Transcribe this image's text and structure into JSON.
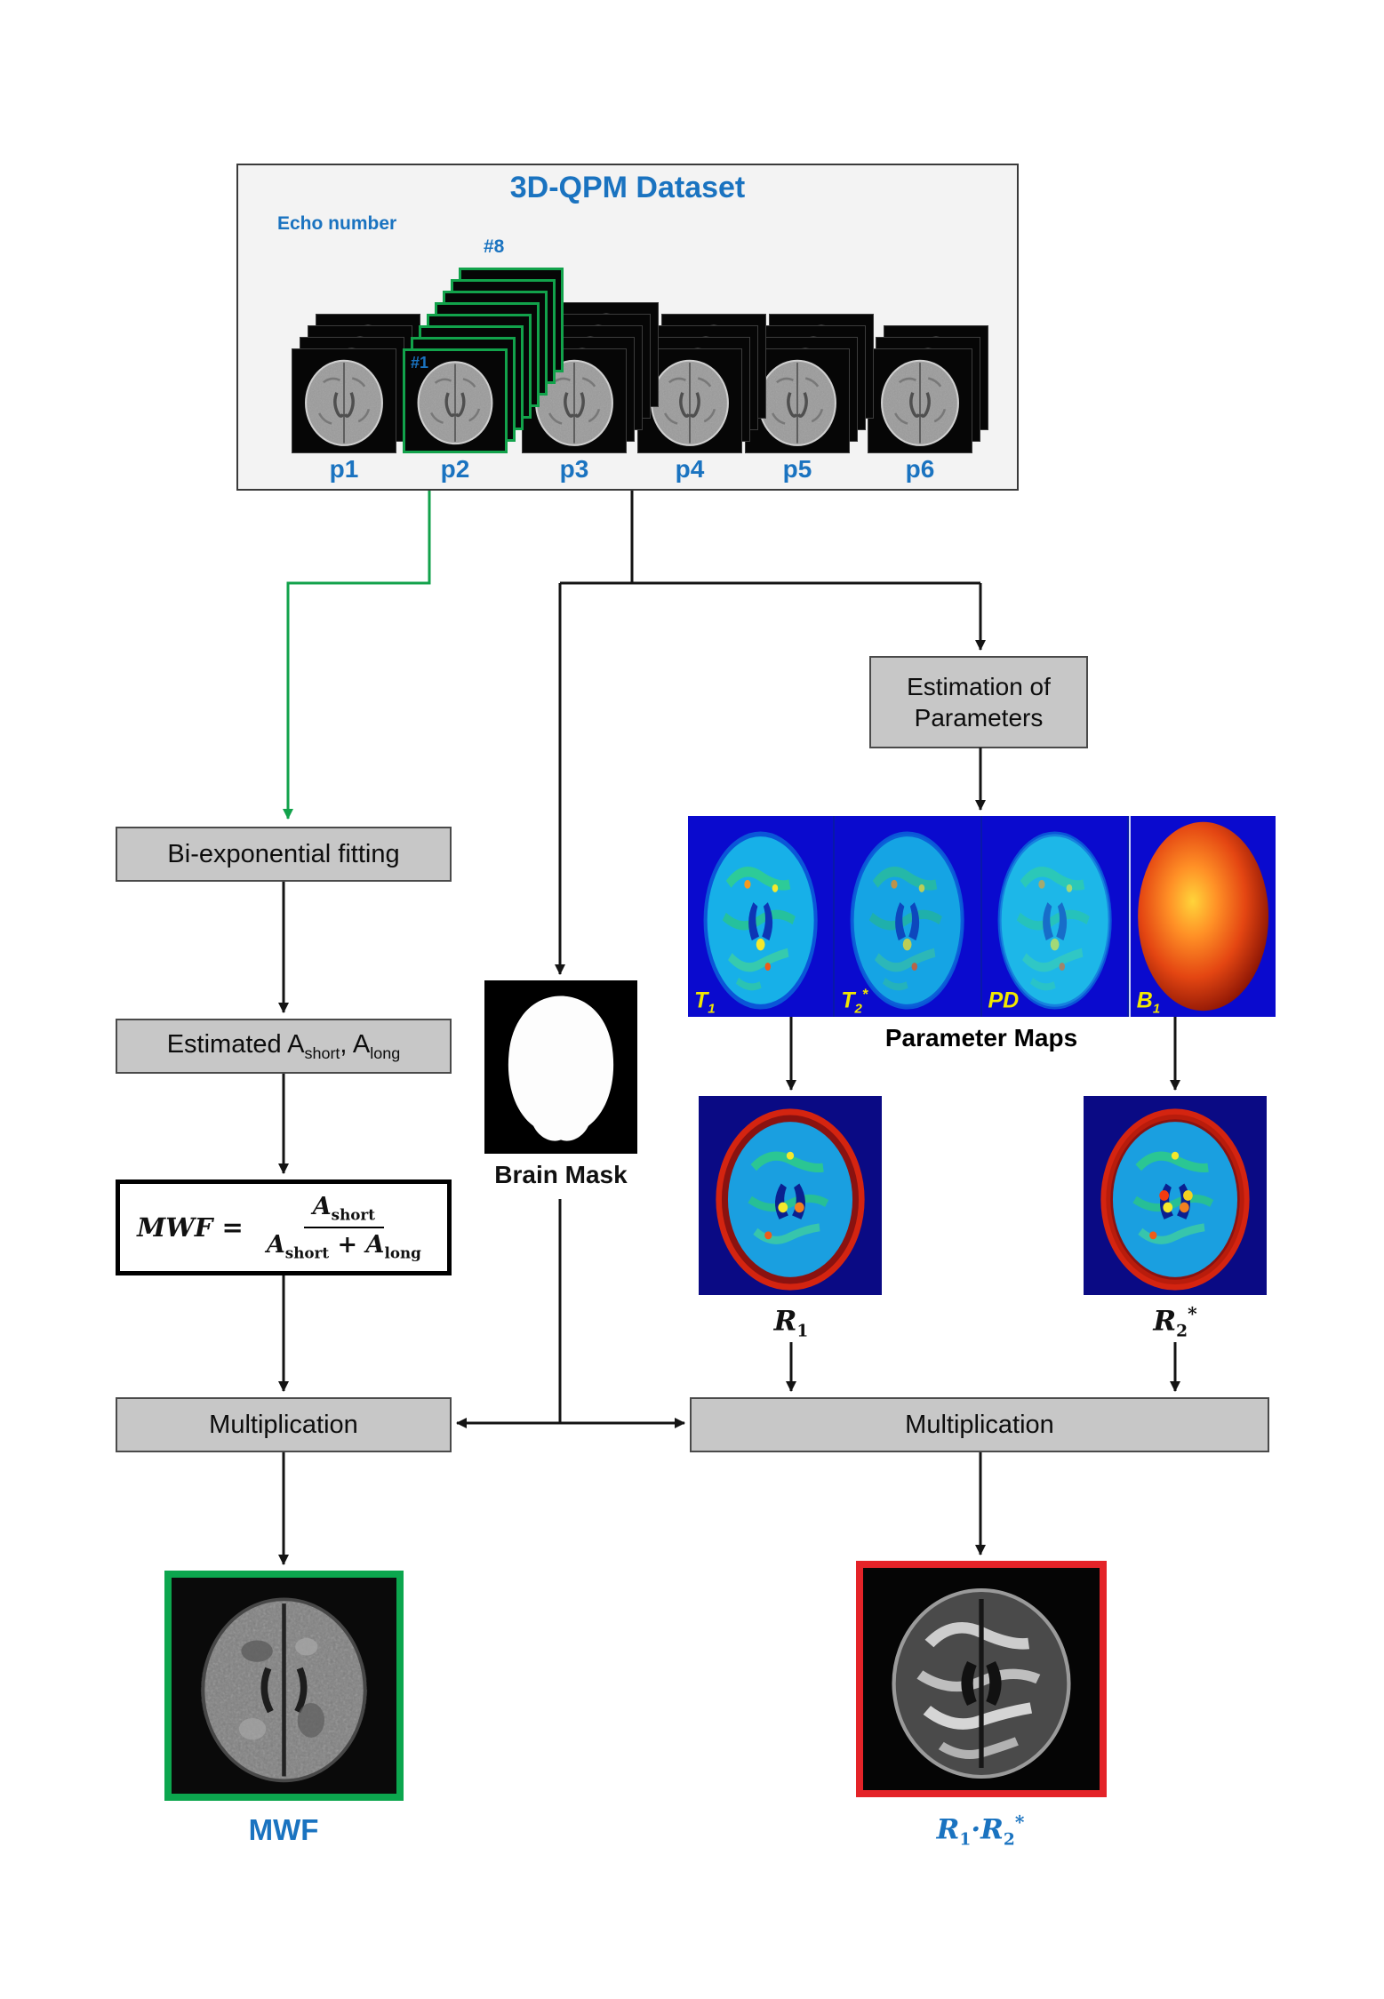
{
  "colors": {
    "accent_blue": "#1a73c0",
    "green": "#12a24b",
    "red": "#e42328",
    "map_bg_blue": "#0a0ace"
  },
  "dataset": {
    "title": "3D-QPM Dataset",
    "echo_label": "Echo number",
    "echo_first": "#1",
    "echo_last": "#8",
    "stack_labels": [
      "p1",
      "p2",
      "p3",
      "p4",
      "p5",
      "p6"
    ]
  },
  "flow": {
    "estimation_line1": "Estimation of",
    "estimation_line2": "Parameters",
    "bi_exponential": "Bi-exponential fitting",
    "estimated": {
      "t1": "Estimated A",
      "s1": "short",
      "t2": ", A",
      "s2": "long"
    },
    "formula": {
      "lhs": "MWF",
      "eq": "=",
      "num_a": "A",
      "num_sub": "short",
      "den_a1": "A",
      "den_sub1": "short",
      "plus": "+",
      "den_a2": "A",
      "den_sub2": "long"
    },
    "multiplication_left": "Multiplication",
    "multiplication_right": "Multiplication",
    "brain_mask": "Brain Mask",
    "parameter_maps": "Parameter Maps"
  },
  "maps": {
    "t1": {
      "base": "T",
      "sub": "1",
      "sup": ""
    },
    "t2s": {
      "base": "T",
      "sub": "2",
      "sup": "*"
    },
    "pd": {
      "base": "PD",
      "sub": "",
      "sup": ""
    },
    "b1": {
      "base": "B",
      "sub": "1",
      "sup": ""
    }
  },
  "outputs": {
    "r1": {
      "base": "R",
      "sub": "1",
      "sup": ""
    },
    "r2s": {
      "base": "R",
      "sub": "2",
      "sup": "*"
    },
    "mwf_label": "MWF",
    "r1r2": {
      "b1": "R",
      "s1": "1",
      "dot": "·",
      "b2": "R",
      "s2": "2",
      "sup": "*"
    }
  }
}
